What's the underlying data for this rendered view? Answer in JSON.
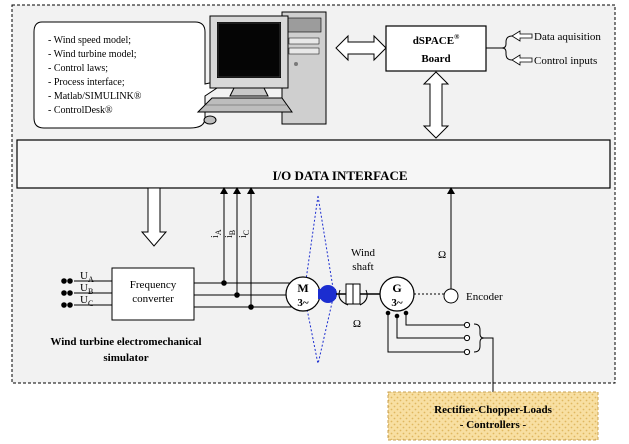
{
  "bubble_items": [
    "- Wind speed model;",
    "- Wind turbine model;",
    "- Control laws;",
    "- Process interface;",
    "- Matlab/SIMULINK®",
    "- ControlDesk®"
  ],
  "dspace": {
    "line1": "dSPACE",
    "sup": "®",
    "line2": "Board"
  },
  "outputs": {
    "data_acq": "Data aquisition",
    "control_inputs": "Control inputs"
  },
  "io_interface": "I/O DATA INTERFACE",
  "freq_converter": {
    "line1": "Frequency",
    "line2": "converter"
  },
  "inputs": {
    "ua": "U",
    "ua_sub": "A",
    "ub": "U",
    "ub_sub": "B",
    "uc": "U",
    "uc_sub": "C"
  },
  "currents": {
    "ia": "i",
    "ia_sub": "A",
    "ib": "i",
    "ib_sub": "B",
    "ic": "i",
    "ic_sub": "C"
  },
  "motor": {
    "line1": "M",
    "line2": "3~"
  },
  "generator": {
    "line1": "G",
    "line2": "3~"
  },
  "shaft_label": {
    "line1": "Wind",
    "line2": "shaft"
  },
  "omega": "Ω",
  "encoder": "Encoder",
  "simulator_label": {
    "line1": "Wind turbine electromechanical",
    "line2": "simulator"
  },
  "loads": {
    "line1": "Rectifier-Chopper-Loads",
    "line2": "- Controllers -"
  },
  "colors": {
    "panel_bg": "#f2f2f2",
    "io_bg": "#f6f6f6",
    "loads_bg": "#f8dfa2",
    "coupling": "#1b2dd0",
    "fan": "#1b2dd0"
  }
}
